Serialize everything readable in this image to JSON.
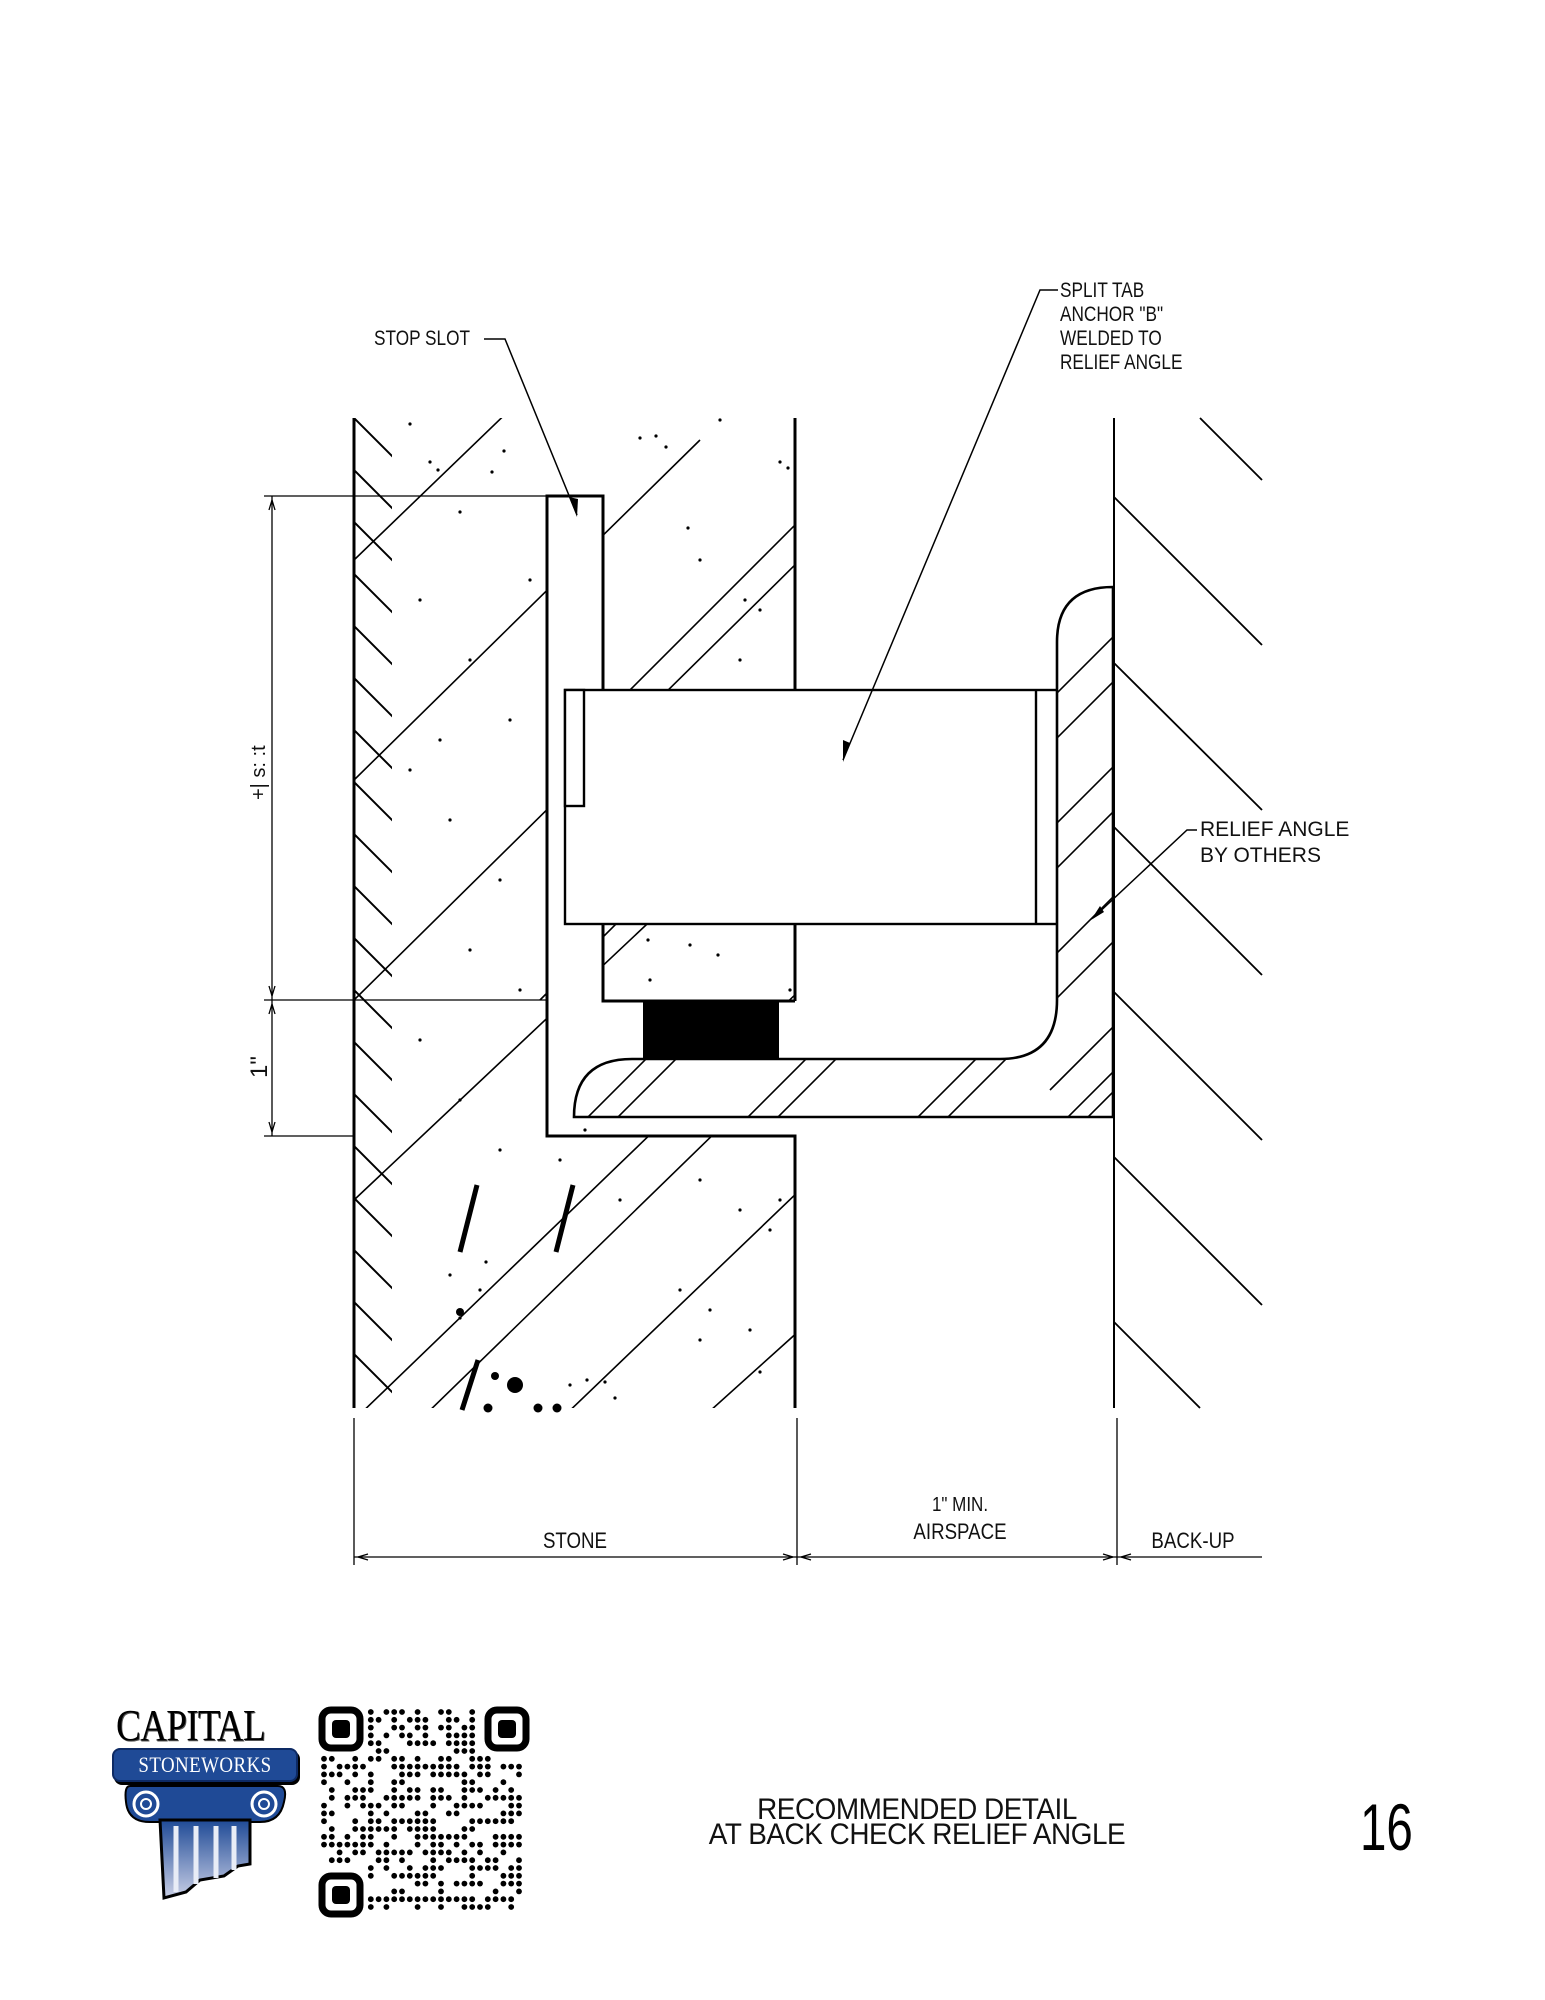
{
  "drawing": {
    "title_line1": "RECOMMENDED DETAIL",
    "title_line2": "AT BACK CHECK RELIEF ANGLE",
    "page_number": "16"
  },
  "callouts": {
    "stop_slot": "STOP SLOT",
    "split_tab_lines": [
      "SPLIT TAB",
      "ANCHOR \"B\"",
      "WELDED TO",
      "RELIEF ANGLE"
    ],
    "relief_angle_lines": [
      "RELIEF ANGLE",
      "BY OTHERS"
    ]
  },
  "dimensions": {
    "vertical_upper": "+|  s:  :t",
    "vertical_lower": "1\"",
    "stone": "STONE",
    "airspace_line1": "1\" MIN.",
    "airspace_line2": "AIRSPACE",
    "backup": "BACK-UP"
  },
  "components": {
    "stone_panel": "stone",
    "kerf_slot": "stop slot",
    "anchor": "split tab anchor B",
    "shim": "black setting pad",
    "relief_angle": "steel relief angle",
    "backup_wall": "back-up structure"
  },
  "logo": {
    "line1": "CAPITAL",
    "line2": "STONEWORKS",
    "primary_color": "#1f4a96"
  },
  "qr_code": {
    "label": "qr-code"
  },
  "colors": {
    "line": "#000000",
    "background": "#ffffff"
  }
}
